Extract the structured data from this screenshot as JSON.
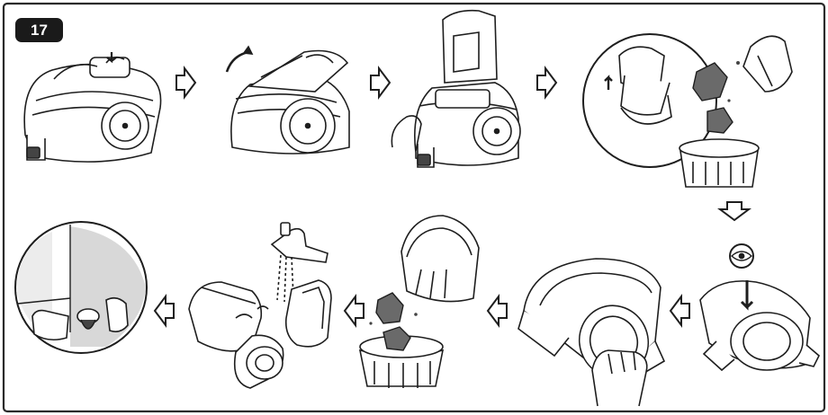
{
  "step": {
    "number": "17"
  },
  "colors": {
    "line": "#1e1e1e",
    "frame": "#2a2a2a",
    "dust": "#6a6a6a",
    "bg": "#ffffff",
    "shade": "#d8d8d8"
  },
  "panels": [
    {
      "name": "press-release-button",
      "icon": "vacuum-press-button-icon"
    },
    {
      "name": "open-lid",
      "icon": "vacuum-lid-opening-icon"
    },
    {
      "name": "lift-out-dust-container",
      "icon": "vacuum-lift-container-icon"
    },
    {
      "name": "empty-into-bin",
      "icon": "dust-into-bin-icon"
    },
    {
      "name": "inspect-container",
      "icon": "eye-icon"
    },
    {
      "name": "remove-filter-ring",
      "icon": "container-filter-removal-icon"
    },
    {
      "name": "empty-remaining-dust",
      "icon": "container-over-bin-icon"
    },
    {
      "name": "rinse-under-tap",
      "icon": "tap-rinse-icon"
    },
    {
      "name": "dry-parts",
      "icon": "drying-parts-icon"
    }
  ]
}
